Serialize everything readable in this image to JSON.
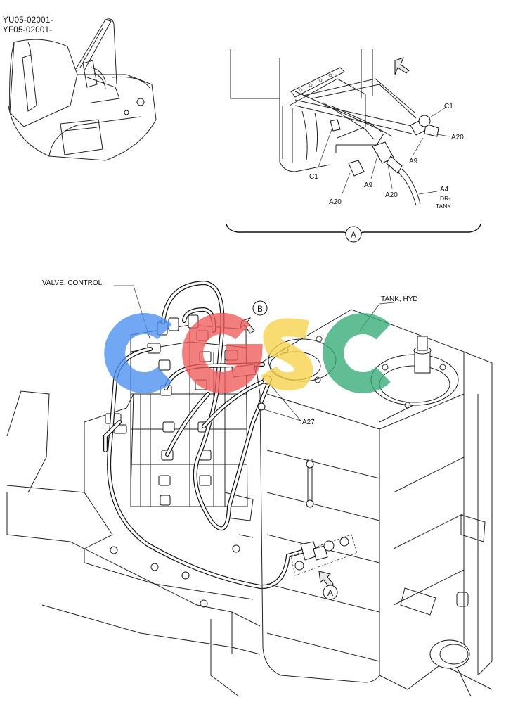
{
  "serials": [
    "YU05-02001-",
    "YF05-02001-"
  ],
  "detail_view": {
    "callouts": {
      "c1_right": "C1",
      "a20_right": "A20",
      "a9_right": "A9",
      "c1_left": "C1",
      "a20_left": "A20",
      "a9_mid": "A9",
      "a20_mid": "A20",
      "a4": "A4",
      "dr_line1": "DR-",
      "dr_line2": "TANK"
    },
    "view_marker": "A"
  },
  "main_view": {
    "labels": {
      "valve_control": "VALVE, CONTROL",
      "tank_hyd": "TANK, HYD",
      "a27": "A27"
    },
    "view_markers": {
      "b": "B",
      "a": "A"
    }
  },
  "watermark": {
    "letters": [
      "C",
      "G",
      "S",
      "C"
    ],
    "colors": [
      "#4a8ff0",
      "#ef5a5a",
      "#f7d24a",
      "#35ab75"
    ]
  }
}
